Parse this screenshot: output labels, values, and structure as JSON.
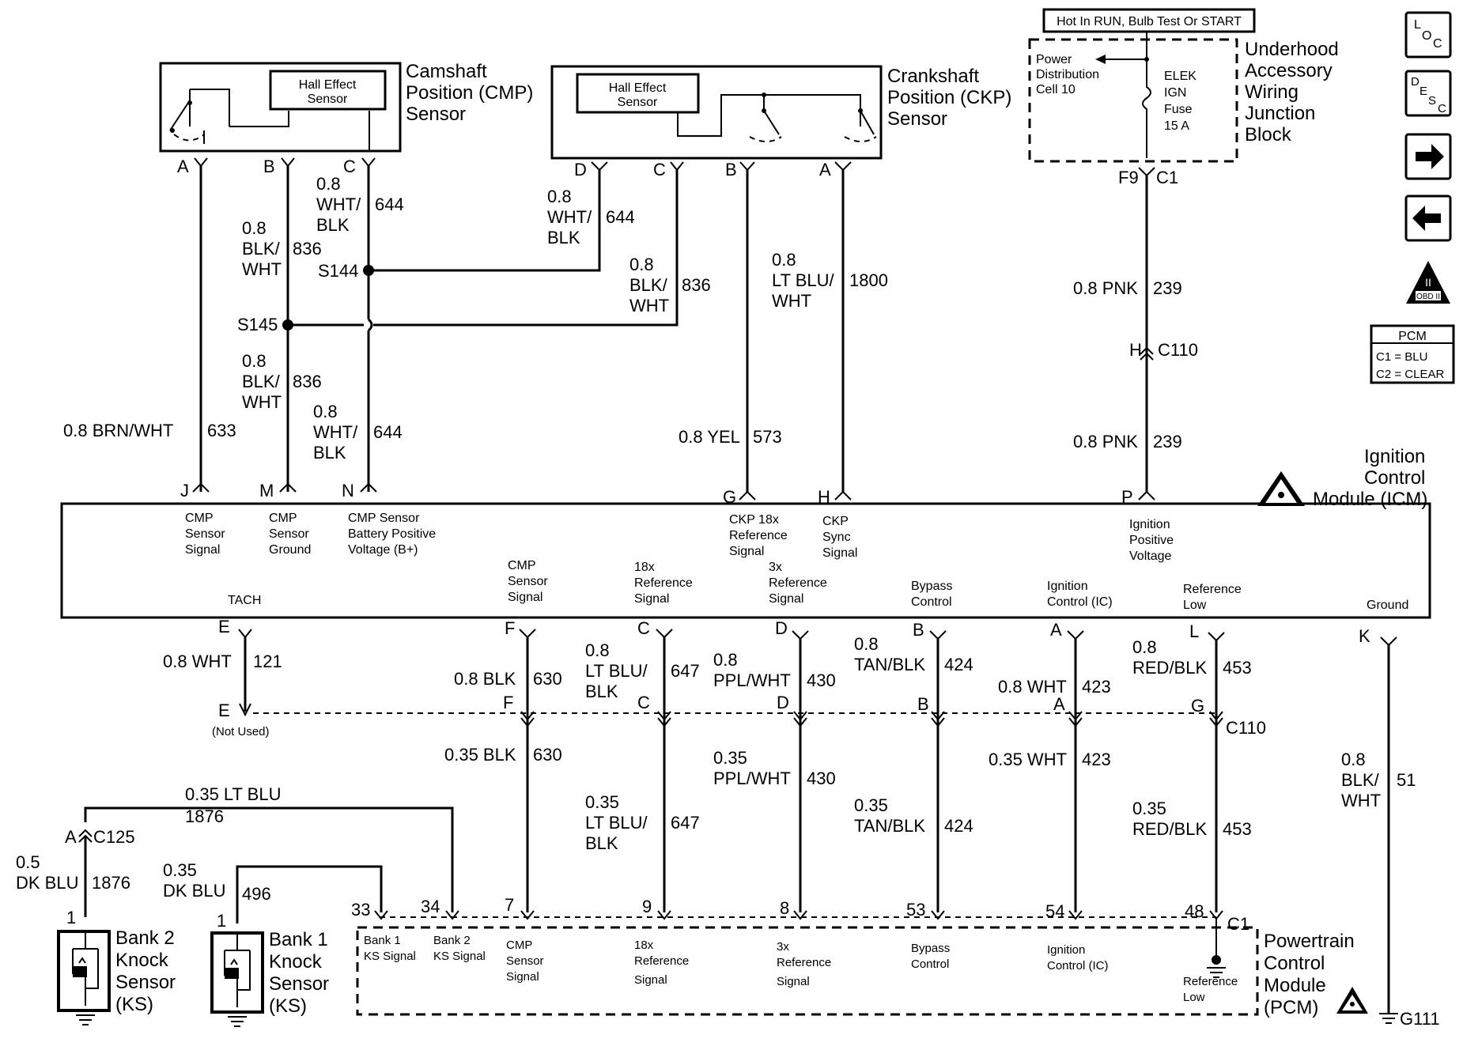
{
  "cmp_sensor": {
    "title": [
      "Camshaft",
      "Position (CMP)",
      "Sensor"
    ],
    "inner": [
      "Hall Effect",
      "Sensor"
    ],
    "pins": [
      "A",
      "B",
      "C"
    ]
  },
  "ckp_sensor": {
    "title": [
      "Crankshaft",
      "Position (CKP)",
      "Sensor"
    ],
    "inner": [
      "Hall Effect",
      "Sensor"
    ],
    "pins": [
      "D",
      "C",
      "B",
      "A"
    ]
  },
  "fuse_block": {
    "hot_label": "Hot In RUN, Bulb Test Or START",
    "power_dist": [
      "Power",
      "Distribution",
      "Cell 10"
    ],
    "fuse": [
      "ELEK",
      "IGN",
      "Fuse",
      "15 A"
    ],
    "title": [
      "Underhood",
      "Accessory",
      "Wiring",
      "Junction",
      "Block"
    ],
    "connector": [
      "F9",
      "C1"
    ]
  },
  "splices": {
    "s144": "S144",
    "s145": "S145"
  },
  "wires_upper": {
    "w633": {
      "gauge_color": "0.8 BRN/WHT",
      "circuit": "633"
    },
    "w836_a": {
      "l1": "0.8",
      "l2": "BLK/",
      "l3": "WHT",
      "circuit": "836"
    },
    "w644_a": {
      "l1": "0.8",
      "l2": "WHT/",
      "l3": "BLK",
      "circuit": "644"
    },
    "w836_b": {
      "l1": "0.8",
      "l2": "BLK/",
      "l3": "WHT",
      "circuit": "836"
    },
    "w644_b": {
      "l1": "0.8",
      "l2": "WHT/",
      "l3": "BLK",
      "circuit": "644"
    },
    "w644_c": {
      "l1": "0.8",
      "l2": "WHT/",
      "l3": "BLK",
      "circuit": "644"
    },
    "w836_c": {
      "l1": "0.8",
      "l2": "BLK/",
      "l3": "WHT",
      "circuit": "836"
    },
    "w1800": {
      "l1": "0.8",
      "l2": "LT BLU/",
      "l3": "WHT",
      "circuit": "1800"
    },
    "w573": {
      "gauge_color": "0.8 YEL",
      "circuit": "573"
    },
    "w239_a": {
      "gauge_color": "0.8 PNK",
      "circuit": "239"
    },
    "w239_b": {
      "gauge_color": "0.8 PNK",
      "circuit": "239"
    },
    "c110_top": {
      "pin": "H",
      "conn": "C110"
    }
  },
  "icm": {
    "title": [
      "Ignition",
      "Control",
      "Module (ICM)"
    ],
    "top_pins": [
      "J",
      "M",
      "N",
      "G",
      "H",
      "P"
    ],
    "top_labels": [
      [
        "CMP",
        "Sensor",
        "Signal"
      ],
      [
        "CMP",
        "Sensor",
        "Ground"
      ],
      [
        "CMP Sensor",
        "Battery Positive",
        "Voltage (B+)"
      ],
      [
        "CKP 18x",
        "Reference",
        "Signal"
      ],
      [
        "CKP",
        "Sync",
        "Signal"
      ],
      [
        "Ignition",
        "Positive",
        "Voltage"
      ]
    ],
    "bottom_labels": {
      "tach": "TACH",
      "cmp": [
        "CMP",
        "Sensor",
        "Signal"
      ],
      "r18": [
        "18x",
        "Reference",
        "Signal"
      ],
      "r3": [
        "3x",
        "Reference",
        "Signal"
      ],
      "bypass": [
        "Bypass",
        "Control"
      ],
      "ic": [
        "Ignition",
        "Control (IC)"
      ],
      "reflow": [
        "Reference",
        "Low"
      ],
      "ground": "Ground"
    },
    "bottom_pins": [
      "E",
      "F",
      "C",
      "D",
      "B",
      "A",
      "L",
      "K"
    ]
  },
  "wires_lower": {
    "w121": {
      "gauge_color": "0.8 WHT",
      "circuit": "121",
      "pin": "E",
      "note": "(Not Used)"
    },
    "w630_a": {
      "gauge_color": "0.8 BLK",
      "circuit": "630",
      "pin": "F"
    },
    "w647_a": {
      "l1": "0.8",
      "l2": "LT BLU/",
      "l3": "BLK",
      "circuit": "647",
      "pin": "C"
    },
    "w430_a": {
      "l1": "0.8",
      "l2": "PPL/WHT",
      "circuit": "430",
      "pin": "D"
    },
    "w424_a": {
      "l1": "0.8",
      "l2": "TAN/BLK",
      "circuit": "424",
      "pin": "B"
    },
    "w423_a": {
      "gauge_color": "0.8 WHT",
      "circuit": "423",
      "pin": "A"
    },
    "w453_a": {
      "l1": "0.8",
      "l2": "RED/BLK",
      "circuit": "453",
      "pin": "G",
      "conn": "C110"
    },
    "w630_b": {
      "gauge_color": "0.35 BLK",
      "circuit": "630"
    },
    "w647_b": {
      "l1": "0.35",
      "l2": "LT BLU/",
      "l3": "BLK",
      "circuit": "647"
    },
    "w430_b": {
      "l1": "0.35",
      "l2": "PPL/WHT",
      "circuit": "430"
    },
    "w424_b": {
      "l1": "0.35",
      "l2": "TAN/BLK",
      "circuit": "424"
    },
    "w423_b": {
      "gauge_color": "0.35 WHT",
      "circuit": "423"
    },
    "w453_b": {
      "l1": "0.35",
      "l2": "RED/BLK",
      "circuit": "453"
    },
    "w51": {
      "l1": "0.8",
      "l2": "BLK/",
      "l3": "WHT",
      "circuit": "51",
      "ground": "G111"
    },
    "w1876_top": {
      "l1": "0.35 LT BLU",
      "l2": "1876"
    },
    "w1876_c125": {
      "pin": "A",
      "conn": "C125"
    },
    "w1876_bot": {
      "l1": "0.5",
      "l2": "DK BLU",
      "circuit": "1876"
    },
    "w496": {
      "l1": "0.35",
      "l2": "DK BLU",
      "circuit": "496"
    }
  },
  "pcm": {
    "title": [
      "Powertrain",
      "Control",
      "Module",
      "(PCM)"
    ],
    "pins": [
      "33",
      "34",
      "7",
      "9",
      "8",
      "53",
      "54",
      "48"
    ],
    "conn": "C1",
    "labels": [
      [
        "Bank 1",
        "KS Signal"
      ],
      [
        "Bank 2",
        "KS Signal"
      ],
      [
        "CMP",
        "Sensor",
        "Signal"
      ],
      [
        "18x",
        "Reference",
        "Signal"
      ],
      [
        "3x",
        "Reference",
        "Signal"
      ],
      [
        "Bypass",
        "Control"
      ],
      [
        "Ignition",
        "Control (IC)"
      ],
      [
        "Reference",
        "Low"
      ]
    ]
  },
  "knock_sensors": [
    {
      "pin": "1",
      "title": [
        "Bank 2",
        "Knock",
        "Sensor",
        "(KS)"
      ]
    },
    {
      "pin": "1",
      "title": [
        "Bank 1",
        "Knock",
        "Sensor",
        "(KS)"
      ]
    }
  ],
  "side_icons": {
    "loc": [
      "L",
      "O",
      "C"
    ],
    "desc": [
      "D",
      "E",
      "S",
      "C"
    ],
    "obd": "OBD II",
    "pcm_key": {
      "title": "PCM",
      "c1": "C1 = BLU",
      "c2": "C2 = CLEAR"
    }
  }
}
